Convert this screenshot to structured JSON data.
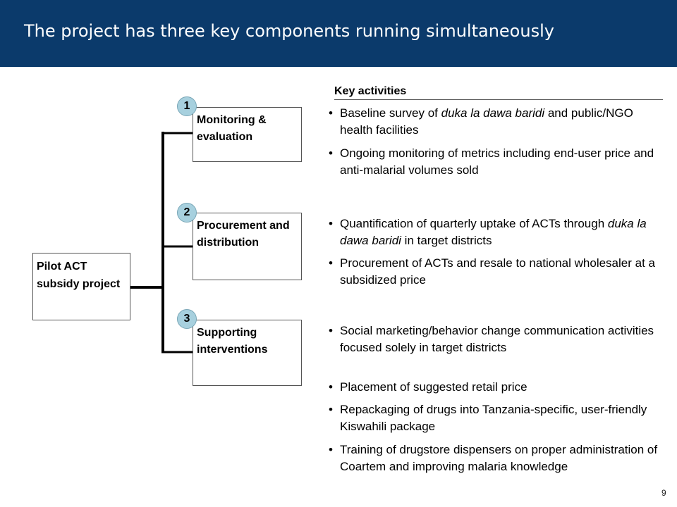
{
  "slide": {
    "title": "The project has three key components running simultaneously",
    "page_number": "9"
  },
  "diagram": {
    "root": {
      "label": "Pilot ACT subsidy project"
    },
    "components": [
      {
        "number": "1",
        "label": "Monitoring & evaluation"
      },
      {
        "number": "2",
        "label": "Procurement and distribution"
      },
      {
        "number": "3",
        "label": "Supporting interventions"
      }
    ]
  },
  "key_activities": {
    "title": "Key activities",
    "groups": [
      [
        [
          "Baseline survey of ",
          {
            "i": "duka la dawa baridi"
          },
          " and public/NGO health facilities"
        ],
        [
          "Ongoing monitoring of metrics including end-user price and anti-malarial volumes sold"
        ]
      ],
      [
        [
          "Quantification of quarterly uptake of ACTs through ",
          {
            "i": "duka la dawa baridi"
          },
          " in target districts"
        ],
        [
          "Procurement of ACTs and resale to national wholesaler at a subsidized price"
        ]
      ],
      [
        [
          "Social marketing/behavior change communication activities focused solely in target districts"
        ],
        [
          "Placement of suggested retail price"
        ],
        [
          "Repackaging of drugs into Tanzania-specific, user-friendly Kiswahili package"
        ],
        [
          "Training of drugstore dispensers on proper administration of Coartem and improving malaria knowledge"
        ]
      ]
    ]
  },
  "colors": {
    "header_bg": "#0b3a6b",
    "badge_bg": "#a7d0de"
  }
}
